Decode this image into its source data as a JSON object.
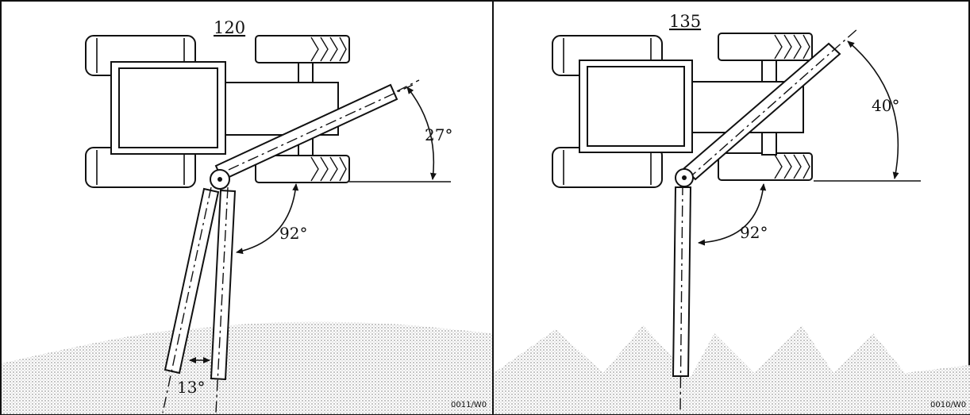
{
  "panels": [
    {
      "model": "120",
      "code": "0011/W0",
      "angles": {
        "boom_lift": "27°",
        "turn": "92°",
        "offset": "13°"
      }
    },
    {
      "model": "135",
      "code": "0010/W0",
      "angles": {
        "boom_lift": "40°",
        "turn": "92°"
      }
    }
  ],
  "colors": {
    "line": "#111111",
    "paper": "#ffffff",
    "shade": "#d9d9d9"
  }
}
